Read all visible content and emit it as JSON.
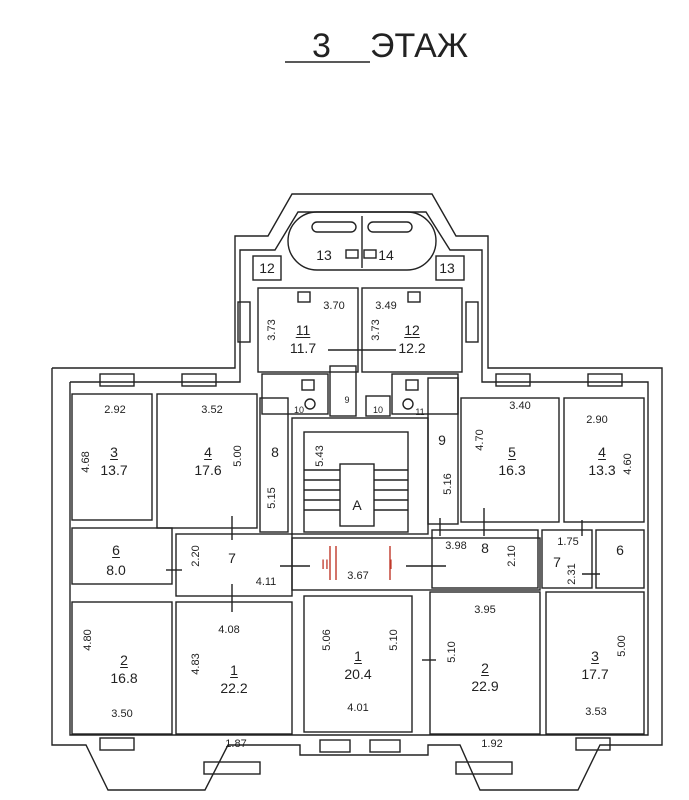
{
  "title": {
    "number": "3",
    "word": "ЭТАЖ"
  },
  "stair_label": "А",
  "sections": [
    "II",
    "I"
  ],
  "labels": {
    "r12a": "12",
    "r13a": "13",
    "r13b": "13",
    "r14": "14",
    "r11": "11",
    "a11": "11.7",
    "d370": "3.70",
    "d373a": "3.73",
    "r12": "12",
    "a12": "12.2",
    "d349": "3.49",
    "d373b": "3.73",
    "s9": "9",
    "s10a": "10",
    "s10b": "10",
    "s11": "11",
    "L3": "3",
    "La3": "13.7",
    "Lw3": "2.92",
    "Lh3": "4.68",
    "L4": "4",
    "La4": "17.6",
    "Lw4": "3.52",
    "Lh4": "5.00",
    "L8": "8",
    "Lh8": "5.15",
    "L6": "6",
    "La6": "8.0",
    "L7": "7",
    "Lh7": "2.20",
    "Lw7": "4.11",
    "L2": "2",
    "La2": "16.8",
    "Lh2": "4.80",
    "Lb2": "3.50",
    "L1": "1",
    "La1": "22.2",
    "Lt1": "4.08",
    "Lh1": "4.83",
    "Lb1": "1.87",
    "st543": "5.43",
    "c1": "1",
    "ca1": "20.4",
    "ch1a": "5.06",
    "ch1b": "5.10",
    "cb1": "4.01",
    "c367": "3.67",
    "R9": "9",
    "Rh9": "5.16",
    "R5": "5",
    "Ra5": "16.3",
    "Rw5": "3.40",
    "Rh5": "4.70",
    "R4": "4",
    "Ra4": "13.3",
    "Rw4": "2.90",
    "Rh4": "4.60",
    "R398": "3.98",
    "R8": "8",
    "R210": "2.10",
    "R7": "7",
    "R175": "1.75",
    "R231": "2.31",
    "R6": "6",
    "R2": "2",
    "Ra2": "22.9",
    "Rt2": "3.95",
    "Rh2": "5.10",
    "Rb2": "1.92",
    "R3": "3",
    "Ra3": "17.7",
    "Rh3": "5.00",
    "Rb3": "3.53"
  }
}
